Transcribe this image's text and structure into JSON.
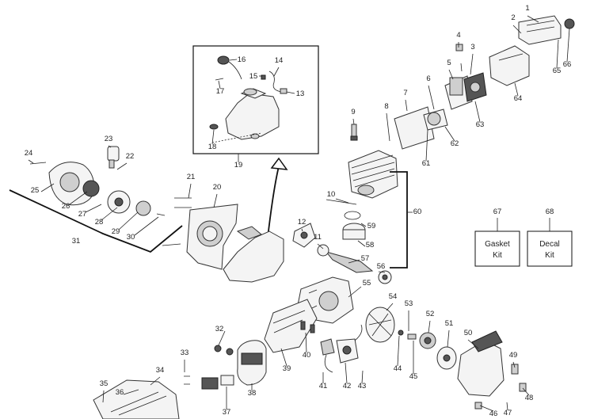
{
  "labels": [
    "1",
    "2",
    "3",
    "4",
    "5",
    "6",
    "7",
    "8",
    "9",
    "10",
    "11",
    "12",
    "13",
    "14",
    "15",
    "16",
    "17",
    "18",
    "19",
    "20",
    "21",
    "22",
    "23",
    "24",
    "25",
    "26",
    "27",
    "28",
    "29",
    "30",
    "31",
    "32",
    "33",
    "34",
    "35",
    "36",
    "37",
    "38",
    "39",
    "40",
    "41",
    "42",
    "43",
    "44",
    "45",
    "46",
    "47",
    "48",
    "49",
    "50",
    "51",
    "52",
    "53",
    "54",
    "55",
    "56",
    "57",
    "58",
    "59",
    "60",
    "61",
    "62",
    "63",
    "64",
    "65",
    "66",
    "67",
    "68"
  ],
  "kits": {
    "gasket": {
      "number": "67",
      "line1": "Gasket",
      "line2": "Kit"
    },
    "decal": {
      "number": "68",
      "line1": "Decal",
      "line2": "Kit"
    }
  }
}
